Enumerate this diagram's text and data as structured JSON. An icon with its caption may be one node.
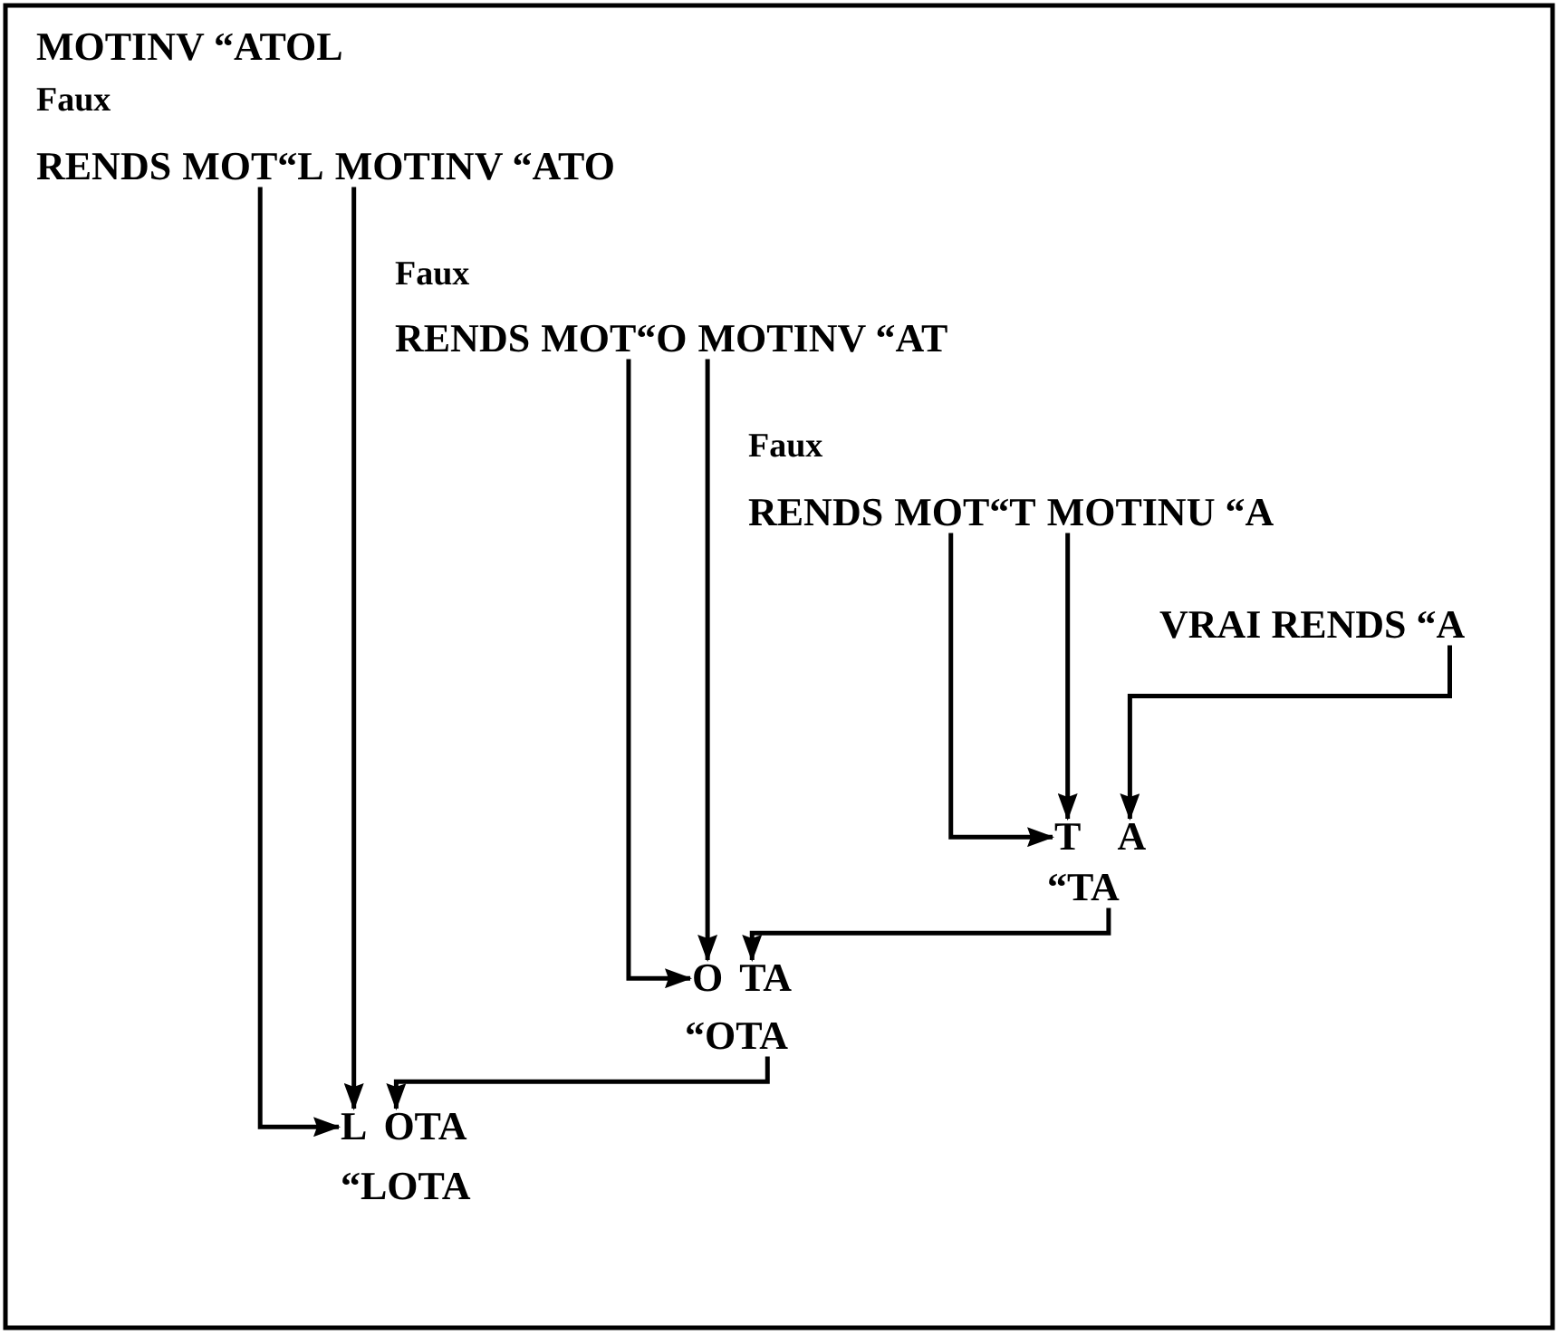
{
  "diagram": {
    "nodes": [
      {
        "text": [
          "MOT“L"
        ]
      },
      {
        "text": [
          "MOTINV “ATO"
        ]
      },
      {
        "text": [
          "MOT“O"
        ]
      },
      {
        "text": [
          "MOTINV “AT"
        ]
      },
      {
        "text": [
          "MOT“T"
        ]
      },
      {
        "text": [
          "MOTINU “A"
        ]
      },
      {
        "text": [
          "VRAI RENDS “A"
        ]
      },
      {
        "text": [
          "T"
        ]
      },
      {
        "text": [
          "A"
        ]
      },
      {
        "text": [
          "“TA"
        ]
      },
      {
        "text": [
          "O"
        ]
      },
      {
        "text": [
          "TA"
        ]
      },
      {
        "text": [
          "“OTA"
        ]
      },
      {
        "text": [
          "L"
        ]
      },
      {
        "text": [
          "OTA"
        ]
      }
    ],
    "edges": [
      {
        "from": 0,
        "to": 13,
        "arrow": "to"
      },
      {
        "from": 1,
        "to": 13,
        "arrow": "to"
      },
      {
        "from": 2,
        "to": 10,
        "arrow": "to"
      },
      {
        "from": 3,
        "to": 10,
        "arrow": "to"
      },
      {
        "from": 4,
        "to": 7,
        "arrow": "to"
      },
      {
        "from": 5,
        "to": 7,
        "arrow": "to"
      },
      {
        "from": 6,
        "to": 8,
        "arrow": "to"
      },
      {
        "from": 9,
        "to": 11,
        "arrow": "to"
      },
      {
        "from": 12,
        "to": 14,
        "arrow": "to"
      }
    ],
    "labels": [
      "MOTINV “ATOL",
      "Faux",
      "RENDS",
      "Faux",
      "RENDS",
      "Faux",
      "RENDS",
      "“LOTA"
    ]
  }
}
